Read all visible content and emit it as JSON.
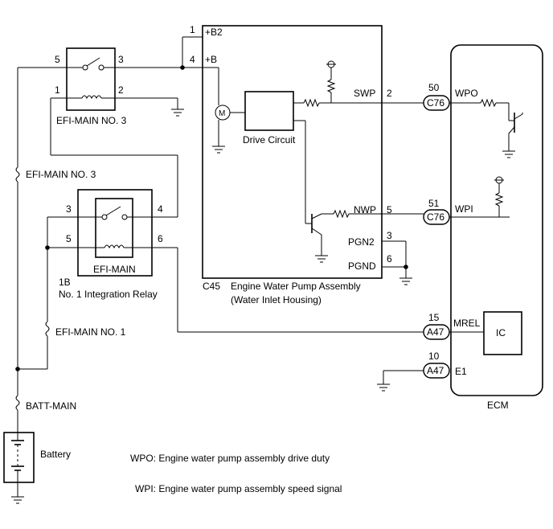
{
  "components": {
    "efi_main_no3_relay": {
      "label": "EFI-MAIN NO. 3",
      "pins": [
        "5",
        "3",
        "1",
        "2"
      ]
    },
    "efi_main_relay": {
      "label": "EFI-MAIN",
      "pins": [
        "3",
        "4",
        "5",
        "6"
      ]
    },
    "integration_relay": {
      "code": "1B",
      "label": "No. 1 Integration Relay"
    },
    "fuses": {
      "efi_main_no3": "EFI-MAIN NO. 3",
      "efi_main_no1": "EFI-MAIN NO. 1",
      "batt_main": "BATT-MAIN"
    },
    "battery": {
      "label": "Battery"
    },
    "pump": {
      "code": "C45",
      "title_line1": "Engine Water Pump Assembly",
      "title_line2": "(Water Inlet Housing)",
      "drive_circuit": "Drive Circuit",
      "motor": "M",
      "pins": [
        {
          "num": "1",
          "name": "+B2"
        },
        {
          "num": "4",
          "name": "+B"
        },
        {
          "num": "2",
          "name": "SWP"
        },
        {
          "num": "5",
          "name": "NWP"
        },
        {
          "num": "3",
          "name": "PGN2"
        },
        {
          "num": "6",
          "name": "PGND"
        }
      ]
    },
    "ecm": {
      "label": "ECM",
      "ic": "IC",
      "pins": [
        {
          "num": "50",
          "connector": "C76",
          "name": "WPO"
        },
        {
          "num": "51",
          "connector": "C76",
          "name": "WPI"
        },
        {
          "num": "15",
          "connector": "A47",
          "name": "MREL"
        },
        {
          "num": "10",
          "connector": "A47",
          "name": "E1"
        }
      ]
    }
  },
  "notes": [
    "WPO: Engine water pump assembly drive duty",
    "WPI: Engine water pump assembly speed signal"
  ]
}
